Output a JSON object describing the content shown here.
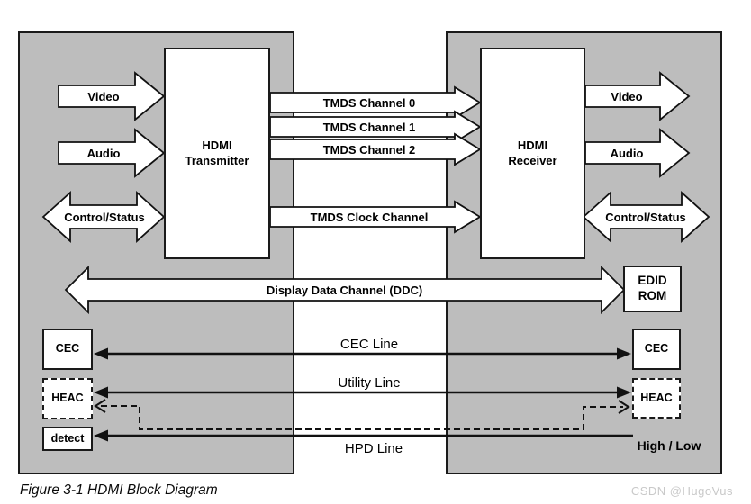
{
  "caption": "Figure 3-1 HDMI Block Diagram",
  "watermark": "CSDN @HugoVus",
  "transmitter": {
    "title": "HDMI\nTransmitter",
    "video": "Video",
    "audio": "Audio",
    "control_status": "Control/Status",
    "cec": "CEC",
    "heac": "HEAC",
    "detect": "detect"
  },
  "receiver": {
    "title": "HDMI\nReceiver",
    "video": "Video",
    "audio": "Audio",
    "control_status": "Control/Status",
    "edid_rom": "EDID\nROM",
    "cec": "CEC",
    "heac": "HEAC",
    "hpd_level": "High / Low"
  },
  "links": {
    "tmds0": "TMDS Channel 0",
    "tmds1": "TMDS Channel 1",
    "tmds2": "TMDS Channel 2",
    "tmds_clock": "TMDS Clock Channel",
    "ddc": "Display Data Channel (DDC)",
    "cec_line": "CEC Line",
    "utility_line": "Utility Line",
    "hpd_line": "HPD Line"
  },
  "colors": {
    "panel_gray": "#bdbdbd",
    "outline_black": "#111111",
    "watermark_gray": "#c9c9c9"
  }
}
